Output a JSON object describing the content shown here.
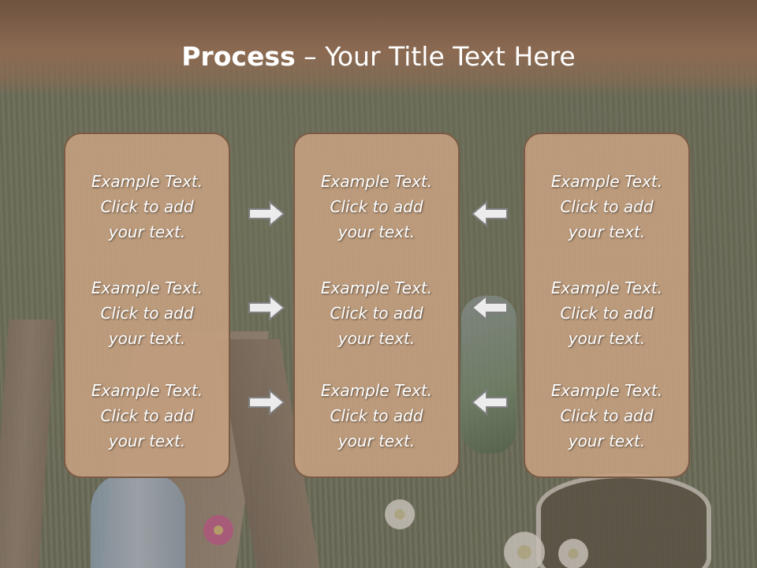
{
  "title": {
    "bold": "Process",
    "rest": " – Your Title Text Here"
  },
  "columns": [
    {
      "items": [
        [
          "Example Text.",
          "Click  to add",
          "your text."
        ],
        [
          "Example Text.",
          "Click  to add",
          "your text."
        ],
        [
          "Example Text.",
          "Click  to add",
          "your text."
        ]
      ]
    },
    {
      "items": [
        [
          "Example Text.",
          "Click  to add",
          "your text."
        ],
        [
          "Example Text.",
          "Click  to add",
          "your text."
        ],
        [
          "Example Text.",
          "Click  to add",
          "your text."
        ]
      ]
    },
    {
      "items": [
        [
          "Example Text.",
          "Click  to add",
          "your text."
        ],
        [
          "Example Text.",
          "Click  to add",
          "your text."
        ],
        [
          "Example Text.",
          "Click  to add",
          "your text."
        ]
      ]
    }
  ],
  "arrows": {
    "left_group": "arrow-right-icon",
    "right_group": "arrow-left-icon"
  },
  "colors": {
    "panel": "#c4a080",
    "title_bar": "#7a5c47",
    "text": "#ffffff"
  }
}
